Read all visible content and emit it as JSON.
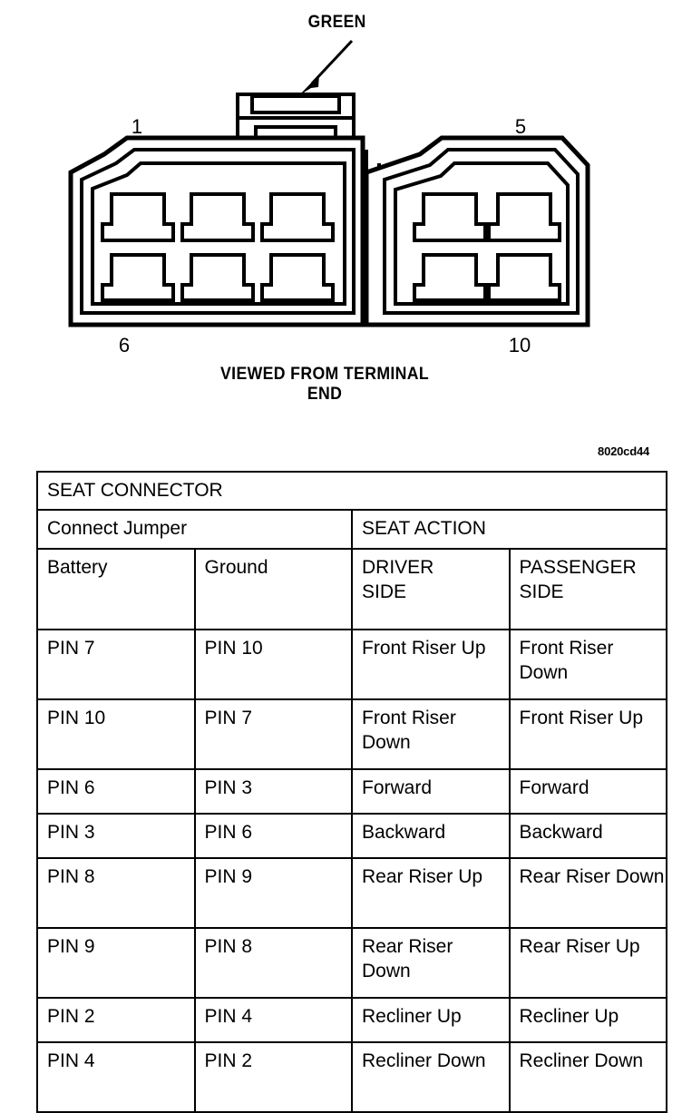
{
  "figure": {
    "callout_label": "GREEN",
    "callout_icon": "arrow-down-left-icon",
    "pin_top_left": "1",
    "pin_top_right": "5",
    "pin_bottom_left": "6",
    "pin_bottom_right": "10",
    "caption_line1": "VIEWED FROM TERMINAL",
    "caption_line2": "END",
    "figure_code": "8020cd44",
    "left_cavity_count": 6,
    "right_cavity_count": 4,
    "line_color": "#000000",
    "fill_color": "#ffffff"
  },
  "table": {
    "title": "SEAT CONNECTOR",
    "group_headers": {
      "connect_jumper": "Connect Jumper",
      "seat_action": "SEAT ACTION"
    },
    "columns": [
      "Battery",
      "Ground",
      "DRIVER SIDE",
      "PASSENGER SIDE"
    ],
    "column_lines": {
      "driver": [
        "DRIVER",
        "SIDE"
      ],
      "passenger": [
        "PASSENGER",
        "SIDE"
      ]
    },
    "rows": [
      {
        "battery": "PIN 7",
        "ground": "PIN 10",
        "driver": "Front Riser Up",
        "passenger": "Front Riser Down"
      },
      {
        "battery": "PIN 10",
        "ground": "PIN 7",
        "driver": "Front Riser Down",
        "passenger": "Front Riser Up"
      },
      {
        "battery": "PIN 6",
        "ground": "PIN 3",
        "driver": "Forward",
        "passenger": "Forward"
      },
      {
        "battery": "PIN 3",
        "ground": "PIN 6",
        "driver": "Backward",
        "passenger": "Backward"
      },
      {
        "battery": "PIN 8",
        "ground": "PIN 9",
        "driver": "Rear Riser Up",
        "passenger": "Rear Riser Down"
      },
      {
        "battery": "PIN 9",
        "ground": "PIN 8",
        "driver": "Rear Riser Down",
        "passenger": "Rear Riser Up"
      },
      {
        "battery": "PIN 2",
        "ground": "PIN 4",
        "driver": "Recliner Up",
        "passenger": "Recliner Up"
      },
      {
        "battery": "PIN 4",
        "ground": "PIN 2",
        "driver": "Recliner Down",
        "passenger": "Recliner Down"
      }
    ]
  }
}
